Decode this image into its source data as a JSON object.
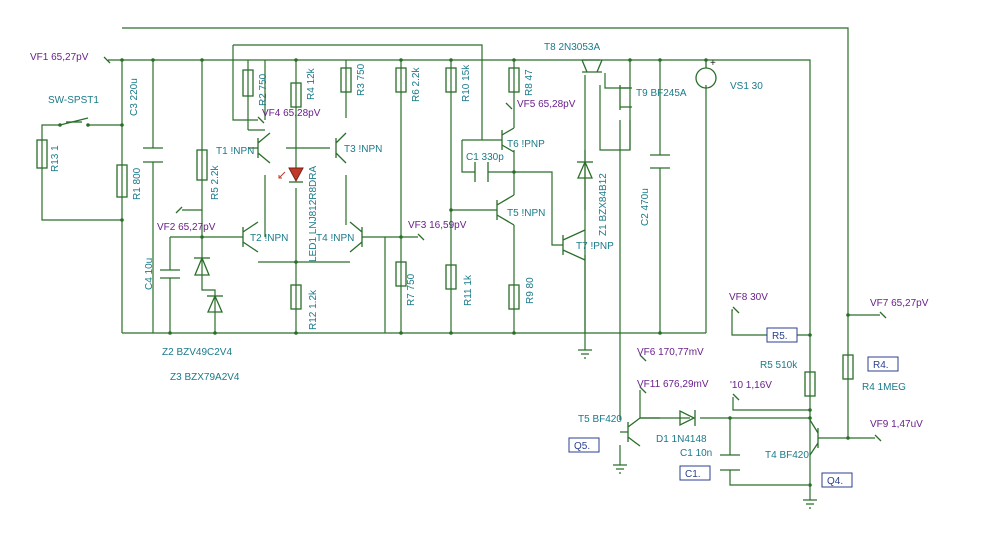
{
  "labels": {
    "vf1": "VF1 65,27pV",
    "vf2": "VF2 65,27pV",
    "vf3": "VF3 16,59pV",
    "vf4": "VF4 65,28pV",
    "vf5": "VF5 65,28pV",
    "vf6": "VF6 170,77mV",
    "vf7": "VF7 65,27pV",
    "vf8": "VF8 30V",
    "vf9": "VF9 1,47uV",
    "vf10": "'10 1,16V",
    "vf11": "VF11 676,29mV",
    "sw": "SW-SPST1",
    "r13": "R13 1",
    "r1": "R1 800",
    "c3": "C3 220u",
    "r5a": "R5 2.2k",
    "r2": "R2 750",
    "r4a": "R4 12k",
    "r3": "R3 750",
    "r6": "R6 2.2k",
    "r10": "R10 15k",
    "r8": "R8 47",
    "t8": "T8 2N3053A",
    "t9": "T9 BF245A",
    "vs1": "VS1 30",
    "t1": "T1 !NPN",
    "t3": "T3 !NPN",
    "t2": "T2 !NPN",
    "t4": "T4 !NPN",
    "led1": "LED1 LNJ812R8DRA",
    "c1a": "C1 330p",
    "t6": "T6 !PNP",
    "t5a": "T5 !NPN",
    "t7": "T7 !PNP",
    "z1": "Z1 BZX84B12",
    "c2": "C2 470u",
    "c4": "C4 10u",
    "r12": "R12 1.2k",
    "r7": "R7 750",
    "r11": "R11 1k",
    "r9": "R9 80",
    "z2": "Z2 BZV49C2V4",
    "z3": "Z3 BZX79A2V4",
    "r5b": "R5 510k",
    "r4b": "R4 1MEG",
    "t5b": "T5 BF420",
    "d1": "D1 1N4148",
    "c1b": "C1 10n",
    "t4b": "T4 BF420",
    "box_r5": "R5.",
    "box_r4": "R4.",
    "box_q5": "Q5.",
    "box_c1": "C1.",
    "box_q4": "Q4."
  }
}
